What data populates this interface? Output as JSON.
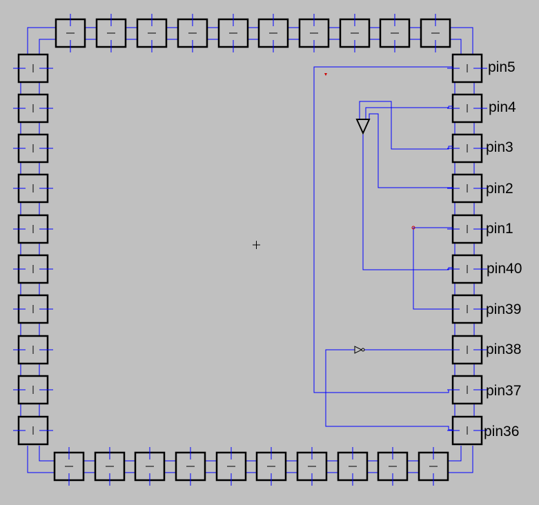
{
  "schematic": {
    "colors": {
      "background": "#c0c0c0",
      "pad_outline": "#000000",
      "wire": "#0000ff",
      "marker": "#cc0000",
      "label": "#000000"
    },
    "pads": {
      "top_count": 10,
      "bottom_count": 10,
      "left_count": 10,
      "right_count": 10
    },
    "pin_labels": [
      "pin5",
      "pin4",
      "pin3",
      "pin2",
      "pin1",
      "pin40",
      "pin39",
      "pin38",
      "pin37",
      "pin36"
    ],
    "components": [
      {
        "name": "tri-state-buffer",
        "icon": "triangle-down-icon"
      },
      {
        "name": "inverter",
        "icon": "inverter-icon"
      }
    ]
  }
}
